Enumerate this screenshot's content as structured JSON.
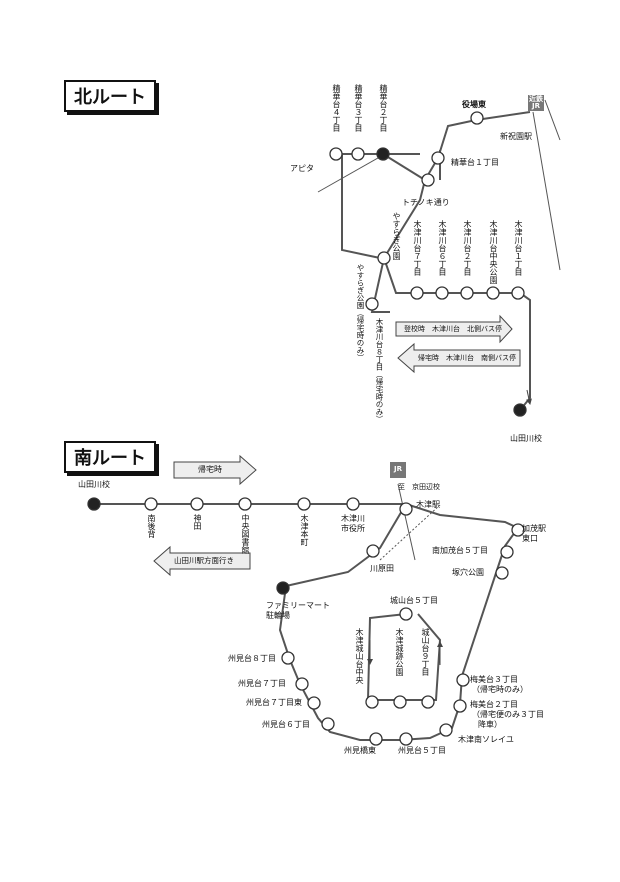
{
  "north": {
    "title": "北ルート",
    "stops_vertical": [
      "精華台４丁目",
      "精華台３丁目",
      "精華台２丁目"
    ],
    "apita": "アピタ",
    "yakuba_higashi": "役場東",
    "kintetsu": "近鉄",
    "jr": "JR",
    "shin_hosono": "新祝園駅",
    "seikadai1": "精華台１丁目",
    "tochinoki": "トチノキ通り",
    "yasuragi_koen": "やすらぎ公園",
    "yasuragi_kitaku": "やすらぎ公園（帰宅時のみ）",
    "kizugawadai8": "木津川台８丁目（帰宅時のみ）",
    "kizugawadai_stops": [
      "木津川台７丁目",
      "木津川台６丁目",
      "木津川台２丁目",
      "木津川台中央公園",
      "木津川台１丁目"
    ],
    "arrow_tokou": "登校時　木津川台　北側バス停",
    "arrow_kitaku": "帰宅時　木津川台　南側バス停",
    "yamadagawa": "山田川校"
  },
  "south": {
    "title": "南ルート",
    "arrow_kitaku": "帰宅時",
    "yamadagawa": "山田川校",
    "jr": "JR",
    "kyotanabe": "至　京田辺校",
    "stops_vertical": [
      "南後背",
      "神田",
      "中央図書館",
      "木津本町"
    ],
    "kizugawa_shiyakusho": "木津川市役所",
    "kizu_eki": "木津駅",
    "arrow_yamada": "山田川駅方面行き",
    "kamo_eki": "加茂駅東口",
    "minami_kamodai5": "南加茂台５丁目",
    "kawarada": "川原田",
    "tsukaana": "塚穴公園",
    "family_mart": "ファミリーマート駐輪場",
    "shiroyamadai5": "城山台５丁目",
    "kizu_shiro_chuo": "木津城山台中央",
    "kizu_shiro_koen": "木津城跡公園",
    "shiroyamadai9": "城山台９丁目",
    "umemidai3": "梅美台３丁目",
    "umemidai3_note": "（帰宅時のみ）",
    "umemidai2": "梅美台２丁目",
    "umemidai2_note1": "（帰宅便のみ３丁目",
    "umemidai2_note2": "降車）",
    "kizu_minami_soreiyu": "木津南ソレイユ",
    "shumidai8": "州見台８丁目",
    "shumidai7": "州見台７丁目",
    "shumidai7e": "州見台７丁目東",
    "shumidai6": "州見台６丁目",
    "shumidai_higashi": "州見橋東",
    "shumidai5": "州見台５丁目"
  },
  "colors": {
    "line": "#555555",
    "stop": "#ffffff",
    "terminal": "#222222",
    "arrow_fill": "#eeeeee"
  }
}
